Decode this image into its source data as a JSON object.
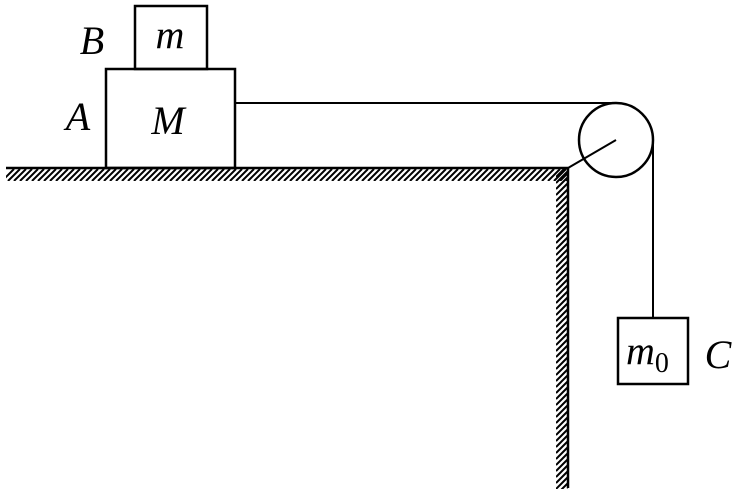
{
  "diagram": {
    "labels": {
      "block_b_letter": "B",
      "block_b_mass": "m",
      "block_a_letter": "A",
      "block_a_mass": "M",
      "block_c_mass_base": "m",
      "block_c_mass_sub": "0",
      "block_c_letter": "C"
    },
    "colors": {
      "stroke": "#000000",
      "background": "#ffffff"
    }
  }
}
